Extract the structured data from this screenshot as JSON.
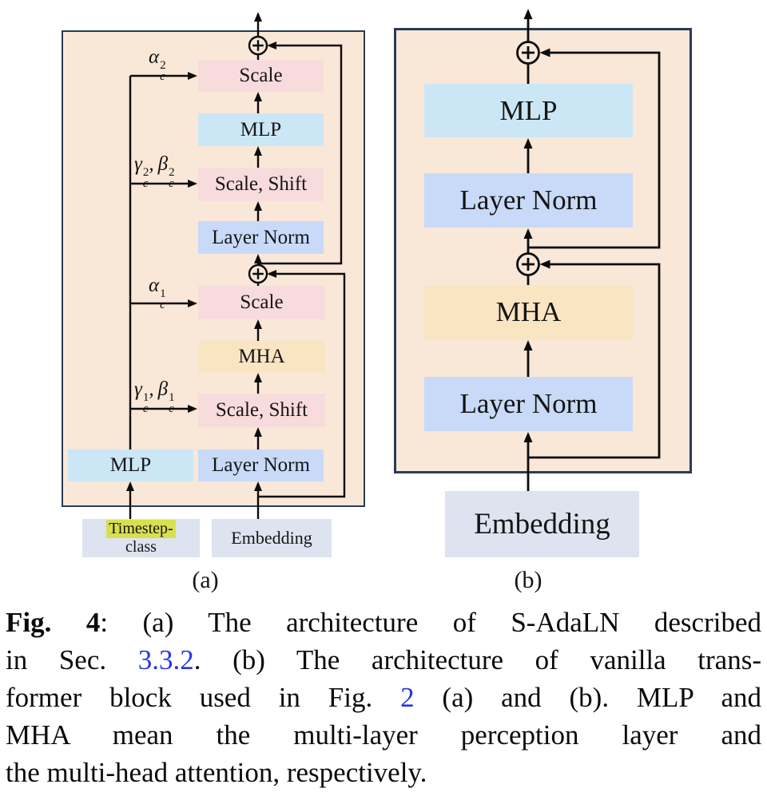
{
  "colors": {
    "panel_bg": "#f9e7d8",
    "panel_border": "#2b3a58",
    "pink": "#f8dbdd",
    "cyan": "#cbe7f5",
    "periwinkle": "#c8daf8",
    "orange": "#fae5c3",
    "input_bg": "#dde3ef",
    "highlight": "#d9e04e",
    "link": "#2337e3",
    "line": "#0c0c0c"
  },
  "panel_a": {
    "label": "(a)",
    "blocks": {
      "scale_2": "Scale",
      "mlp_2": "MLP",
      "scale_shift_2": "Scale, Shift",
      "layer_norm_2": "Layer Norm",
      "scale_1": "Scale",
      "mha": "MHA",
      "scale_shift_1": "Scale, Shift",
      "layer_norm_1": "Layer Norm",
      "cond_mlp": "MLP"
    },
    "params": {
      "alpha_2": {
        "base": "α",
        "sup": "2",
        "sub": "c"
      },
      "gamma_2": {
        "base": "γ",
        "sup": "2",
        "sub": "c"
      },
      "beta_2": {
        "base": "β",
        "sup": "2",
        "sub": "c"
      },
      "alpha_1": {
        "base": "α",
        "sup": "1",
        "sub": "c"
      },
      "gamma_1": {
        "base": "γ",
        "sup": "1",
        "sub": "c"
      },
      "beta_1": {
        "base": "β",
        "sup": "1",
        "sub": "c"
      },
      "separator": ","
    },
    "inputs": {
      "timestep_class_line1": "Timestep-",
      "timestep_class_line2": "class",
      "embedding": "Embedding"
    }
  },
  "panel_b": {
    "label": "(b)",
    "blocks": {
      "mlp": "MLP",
      "layer_norm_2": "Layer Norm",
      "mha": "MHA",
      "layer_norm_1": "Layer Norm"
    },
    "input_embedding": "Embedding"
  },
  "caption": {
    "fig_label": "Fig. 4",
    "line1_rest": ": (a) The architecture of S-AdaLN described",
    "line2_pre": "in Sec. ",
    "line2_link": "3.3.2",
    "line2_rest": ". (b) The architecture of vanilla trans-",
    "line3_pre": "former block used in Fig. ",
    "line3_link": "2",
    "line3_rest": " (a) and (b). MLP and",
    "line4": "MHA mean the multi-layer perception layer and",
    "line5": "the multi-head attention, respectively."
  }
}
